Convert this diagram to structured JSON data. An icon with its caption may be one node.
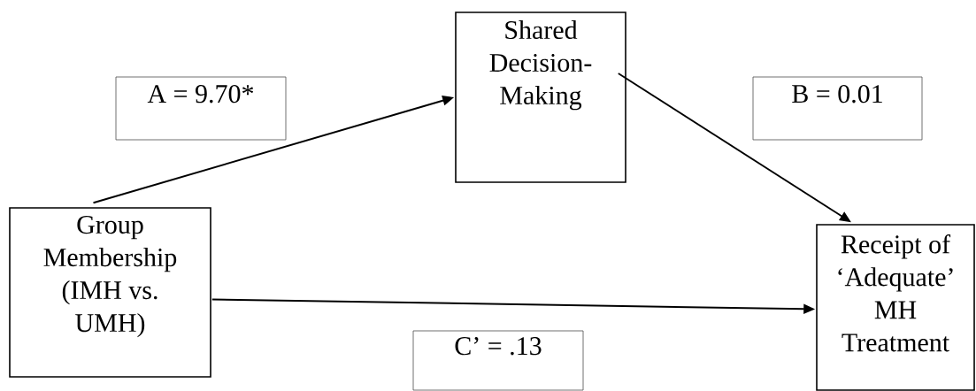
{
  "diagram": {
    "nodes": [
      {
        "text": [
          "Group Membership (IMH vs. UMH)"
        ]
      },
      {
        "text": [
          "Shared Decision-Making"
        ]
      },
      {
        "text": [
          "Receipt of ‘Adequate’ MH Treatment"
        ]
      },
      {
        "text": [
          "A = 9.70*"
        ]
      },
      {
        "text": [
          "B = 0.01"
        ]
      },
      {
        "text": [
          "C’ = .13"
        ]
      }
    ],
    "edges": [
      {
        "from": 0,
        "to": 1,
        "arrow": "to"
      },
      {
        "from": 1,
        "to": 2,
        "arrow": "to"
      },
      {
        "from": 0,
        "to": 2,
        "arrow": "to"
      }
    ]
  }
}
